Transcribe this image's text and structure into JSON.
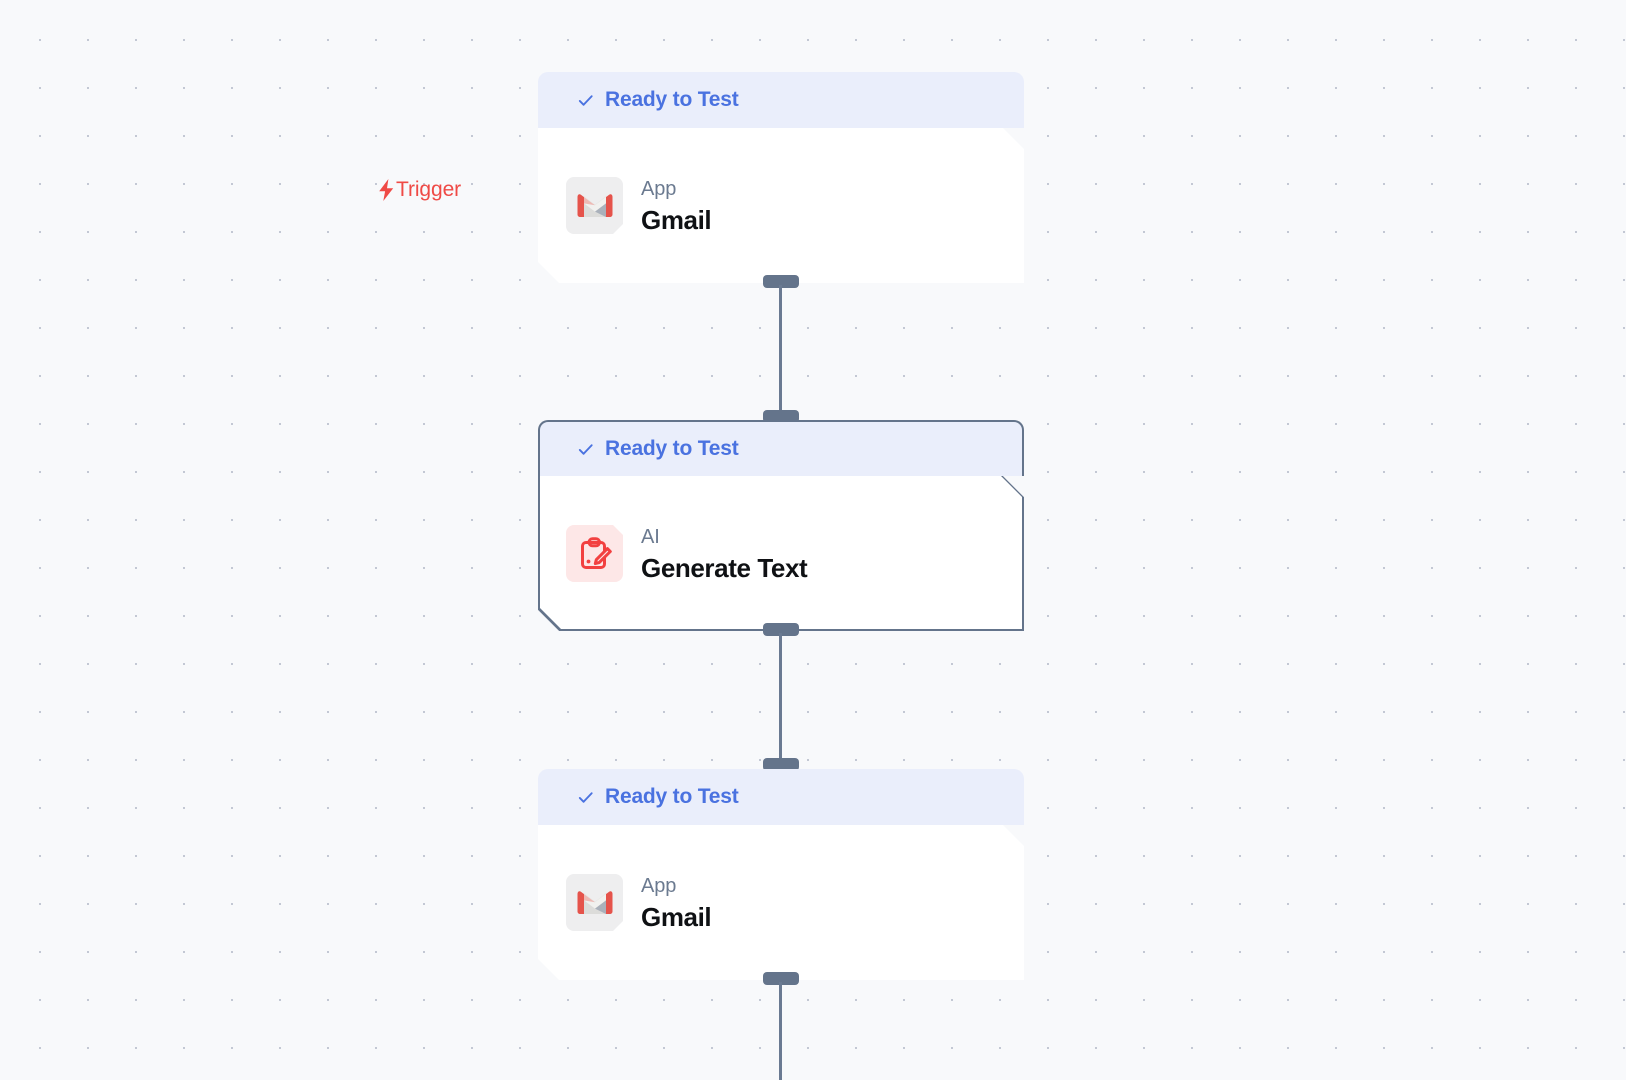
{
  "app": {
    "name": "workflow-editor",
    "canvas_background": "#f8f9fb",
    "grid_dot_color": "#c3c8d4"
  },
  "trigger": {
    "label": "Trigger",
    "icon": "lightning-bolt-icon",
    "color": "#ef4a46"
  },
  "colors": {
    "status_header_bg": "#eaeefb",
    "status_text": "#4a72e0",
    "connector": "#64748b",
    "selected_border": "#64748b",
    "gmail_red": "#ea4335",
    "ai_red": "#f24141",
    "ai_tile_bg": "#fde7e7",
    "app_tile_bg": "#eeeeef"
  },
  "nodes": [
    {
      "id": "node-1",
      "status": "Ready to Test",
      "status_icon": "check-icon",
      "kind": "App",
      "title": "Gmail",
      "icon": "gmail-icon",
      "selected": false,
      "is_trigger": true
    },
    {
      "id": "node-2",
      "status": "Ready to Test",
      "status_icon": "check-icon",
      "kind": "AI",
      "title": "Generate Text",
      "icon": "clipboard-pencil-icon",
      "selected": true,
      "is_trigger": false
    },
    {
      "id": "node-3",
      "status": "Ready to Test",
      "status_icon": "check-icon",
      "kind": "App",
      "title": "Gmail",
      "icon": "gmail-icon",
      "selected": false,
      "is_trigger": false
    }
  ]
}
